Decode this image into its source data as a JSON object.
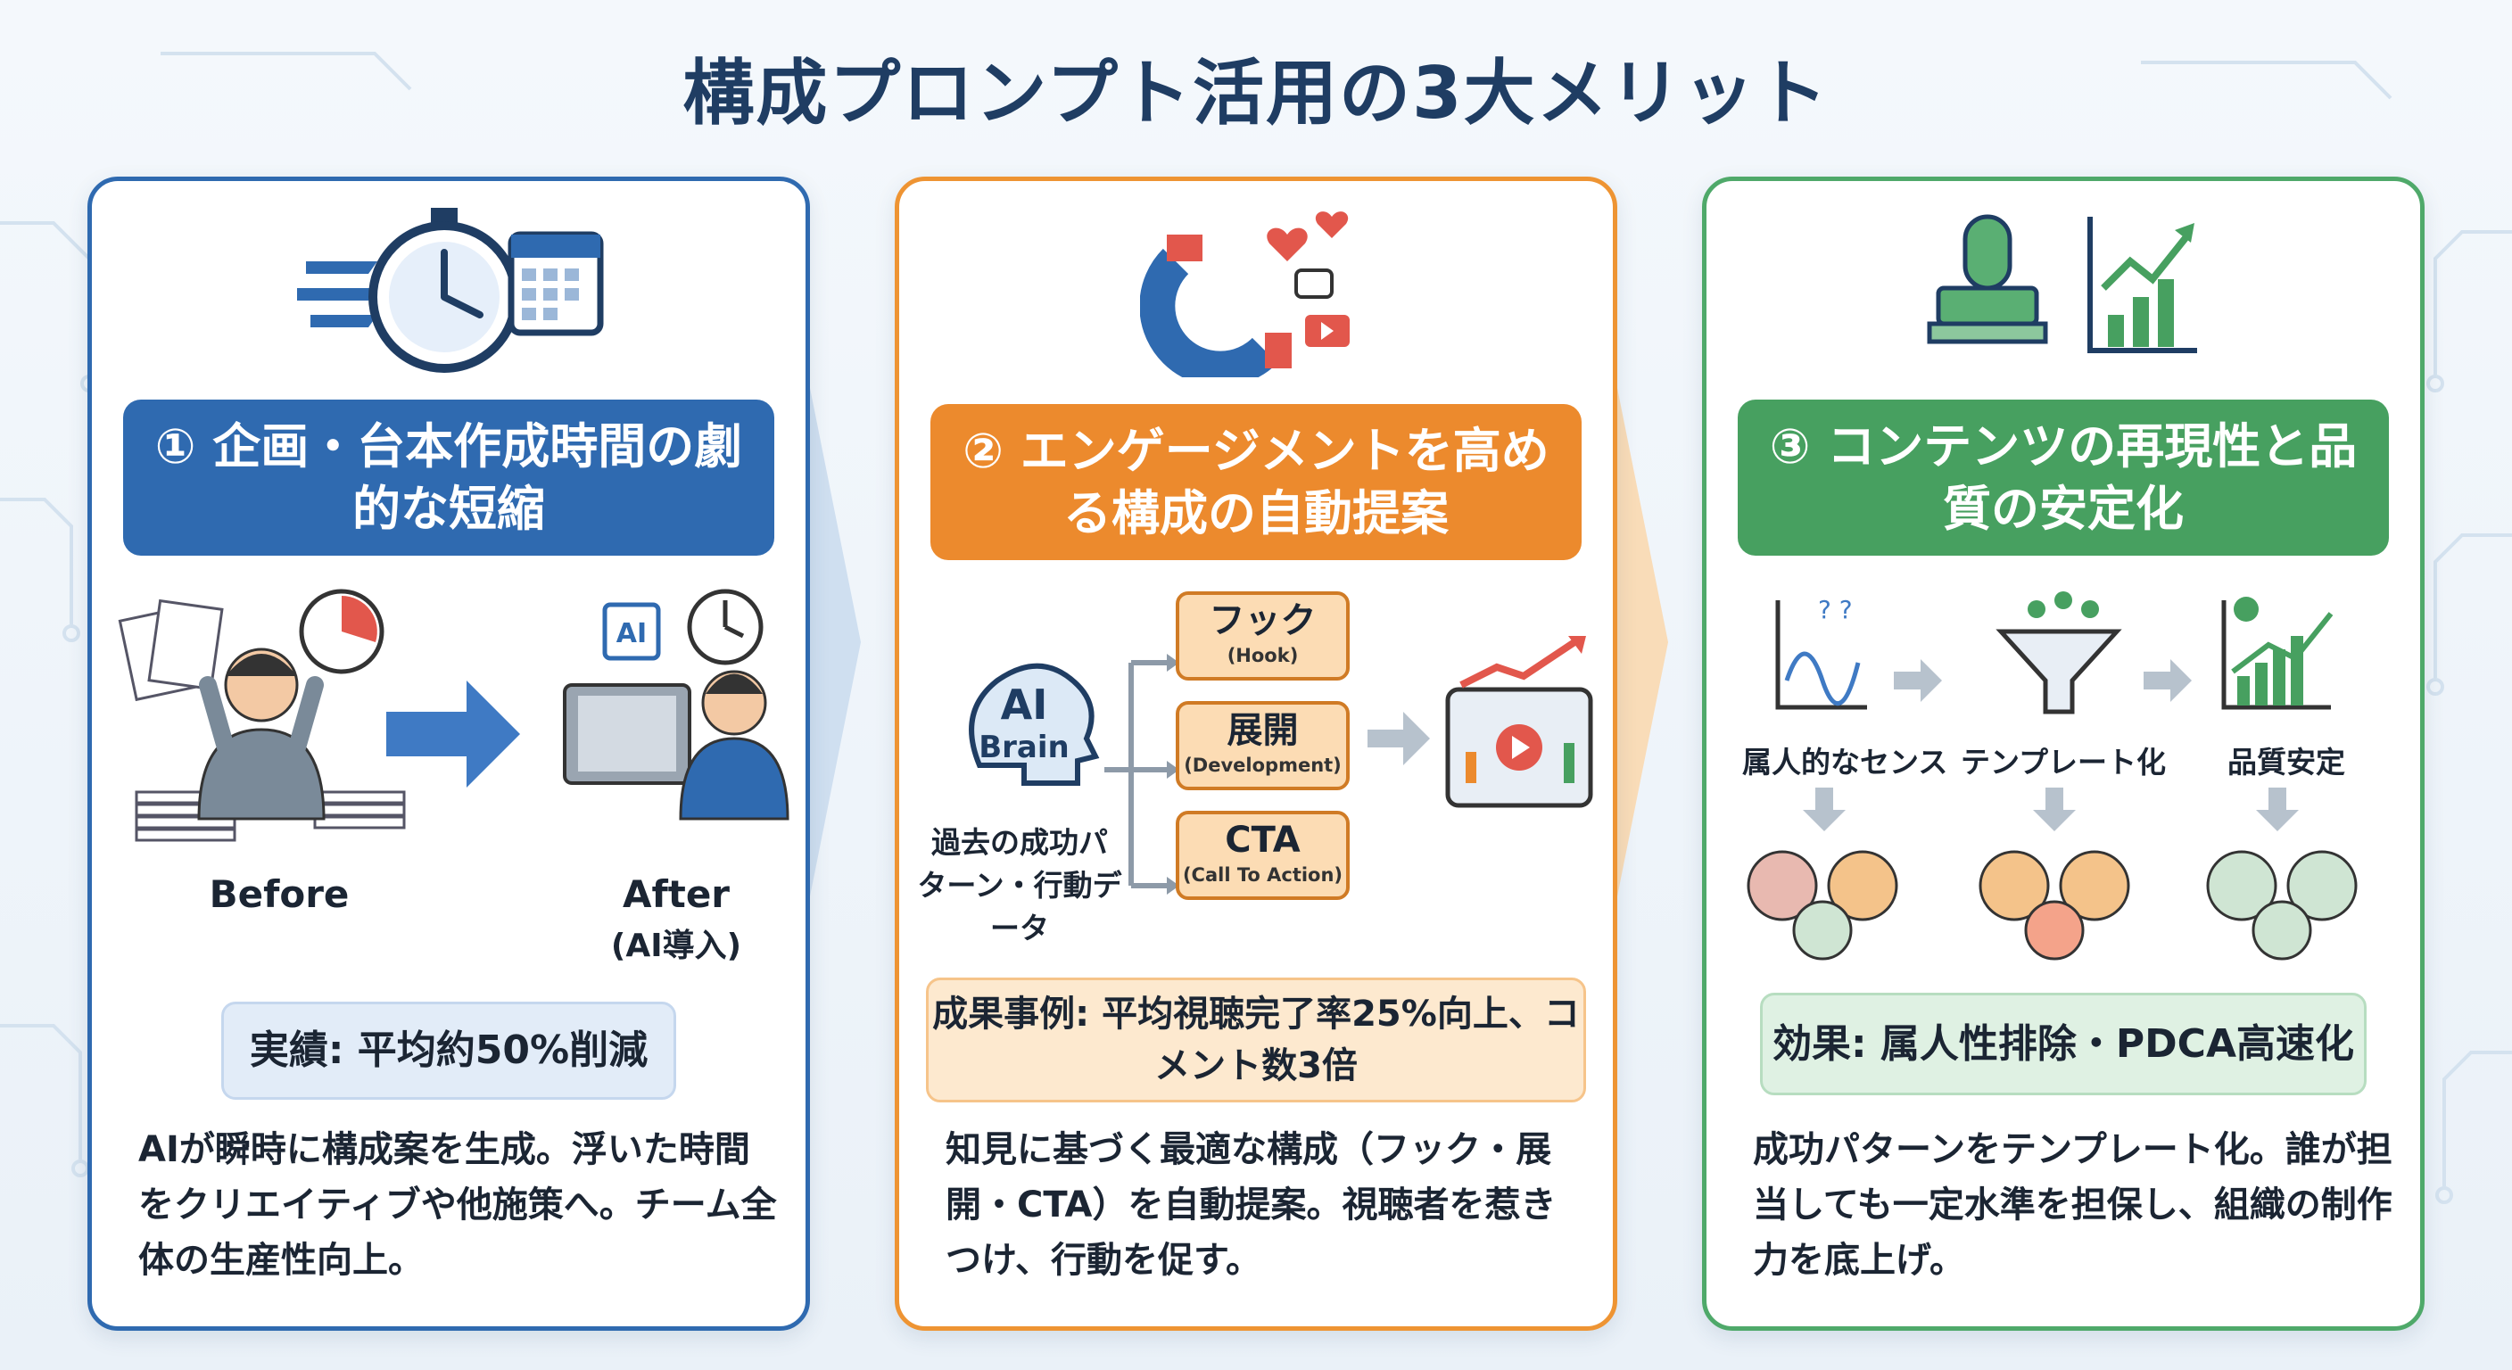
{
  "title": "構成プロンプト活用の3大メリット",
  "colors": {
    "blue": "#2f6ab0",
    "orange": "#ec8a2d",
    "green": "#47a060",
    "navy": "#1f3d63"
  },
  "card1": {
    "icon": "stopwatch-calendar-icon",
    "banner": "① 企画・台本作成時間の劇的な短縮",
    "before_label": "Before",
    "after_label": "After",
    "after_sub": "(AI導入)",
    "ai_chip": "AI",
    "result": "実績: 平均約50%削減",
    "desc": "AIが瞬時に構成案を生成。浮いた時間をクリエイティブや他施策へ。チーム全体の生産性向上。"
  },
  "card2": {
    "icon": "magnet-engagement-icon",
    "banner": "② エンゲージメントを高める構成の自動提案",
    "brain_ai": "AI",
    "brain_label": "Brain",
    "brain_caption": "過去の成功パターン・行動データ",
    "steps": [
      {
        "jp": "フック",
        "en": "(Hook)"
      },
      {
        "jp": "展開",
        "en": "(Development)"
      },
      {
        "jp": "CTA",
        "en": "(Call To Action)"
      }
    ],
    "result": "成果事例: 平均視聴完了率25%向上、コメント数3倍",
    "desc": "知見に基づく最適な構成（フック・展開・CTA）を自動提案。視聴者を惹きつけ、行動を促す。"
  },
  "card3": {
    "icon": "stamp-growth-chart-icon",
    "banner": "③ コンテンツの再現性と品質の安定化",
    "flow": [
      "属人的なセンス",
      "テンプレート化",
      "品質安定"
    ],
    "result": "効果: 属人性排除・PDCA高速化",
    "desc": "成功パターンをテンプレート化。誰が担当しても一定水準を担保し、組織の制作力を底上げ。"
  }
}
